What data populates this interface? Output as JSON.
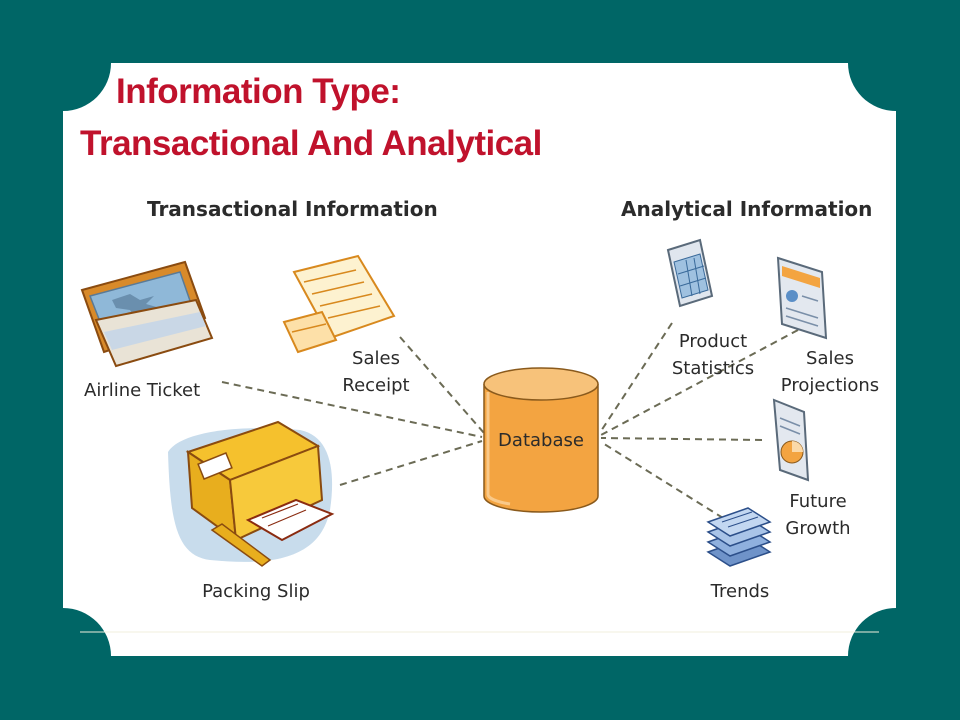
{
  "title": {
    "line1": "Information Type:",
    "line2": "Transactional And Analytical"
  },
  "colors": {
    "background": "#006666",
    "card": "#ffffff",
    "title": "#c0122c",
    "database": "#f3a441"
  },
  "diagram": {
    "left_heading": "Transactional Information",
    "right_heading": "Analytical Information",
    "center": "Database",
    "transactional_nodes": [
      {
        "label": "Airline Ticket",
        "icon": "airline-ticket-icon"
      },
      {
        "label_lines": [
          "Sales",
          "Receipt"
        ],
        "icon": "sales-receipt-icon"
      },
      {
        "label": "Packing Slip",
        "icon": "packing-slip-icon"
      }
    ],
    "analytical_nodes": [
      {
        "label_lines": [
          "Product",
          "Statistics"
        ],
        "icon": "product-statistics-icon"
      },
      {
        "label_lines": [
          "Sales",
          "Projections"
        ],
        "icon": "sales-projections-icon"
      },
      {
        "label_lines": [
          "Future",
          "Growth"
        ],
        "icon": "future-growth-icon"
      },
      {
        "label": "Trends",
        "icon": "trends-icon"
      }
    ]
  }
}
